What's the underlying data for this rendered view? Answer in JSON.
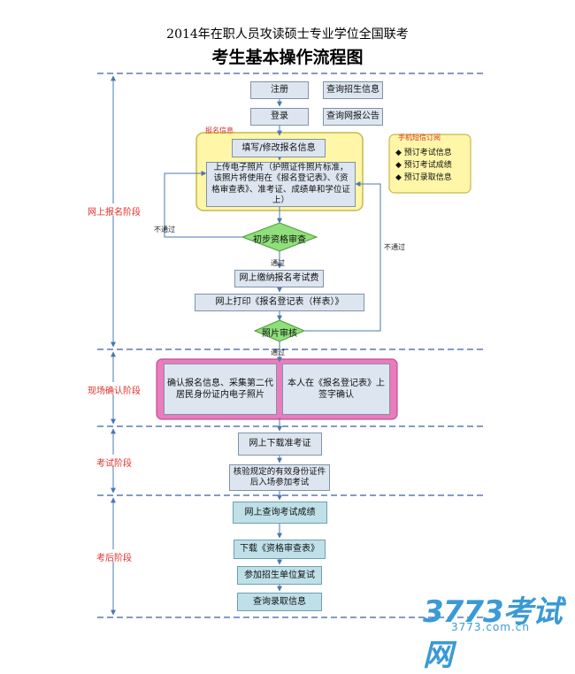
{
  "header": {
    "title": "2014年在职人员攻读硕士专业学位全国联考",
    "subtitle": "考生基本操作流程图"
  },
  "stages": {
    "online": "网上报名阶段",
    "onsite": "现场确认阶段",
    "exam": "考试阶段",
    "after": "考后阶段"
  },
  "steps": {
    "register": "注册",
    "query_info": "查询招生信息",
    "login": "登录",
    "query_notice": "查询网报公告",
    "signup_group_label": "报名信息",
    "fill_info": "填写/修改报名信息",
    "upload_photo": "上传电子照片（护照证件照片标准，该照片将使用在《报名登记表》、《资格审查表》、准考证、成绩单和学位证上）",
    "initial_review": "初步资格审查",
    "pay_fee": "网上缴纳报名考试费",
    "print_form": "网上打印《报名登记表（样表）》",
    "photo_review": "照片审核",
    "confirm_info": "确认报名信息、采集第二代居民身份证内电子照片",
    "sign_confirm": "本人在《报名登记表》上签字确认",
    "download_ticket": "网上下载准考证",
    "verify_id": "核验规定的有效身份证件后入场参加考试",
    "query_score": "网上查询考试成绩",
    "download_review_form": "下载《资格审查表》",
    "retest": "参加招生单位复试",
    "query_admission": "查询录取信息"
  },
  "edge_labels": {
    "fail_left": "不通过",
    "fail_right": "不通过",
    "pass1": "通过",
    "pass2": "通过"
  },
  "sms": {
    "title": "手机短信订阅",
    "items": [
      "◆ 预订考试信息",
      "◆ 预订考试成绩",
      "◆ 预订录取信息"
    ]
  },
  "watermark": {
    "brand": "3773考试网",
    "url": "3773.com.cn"
  }
}
